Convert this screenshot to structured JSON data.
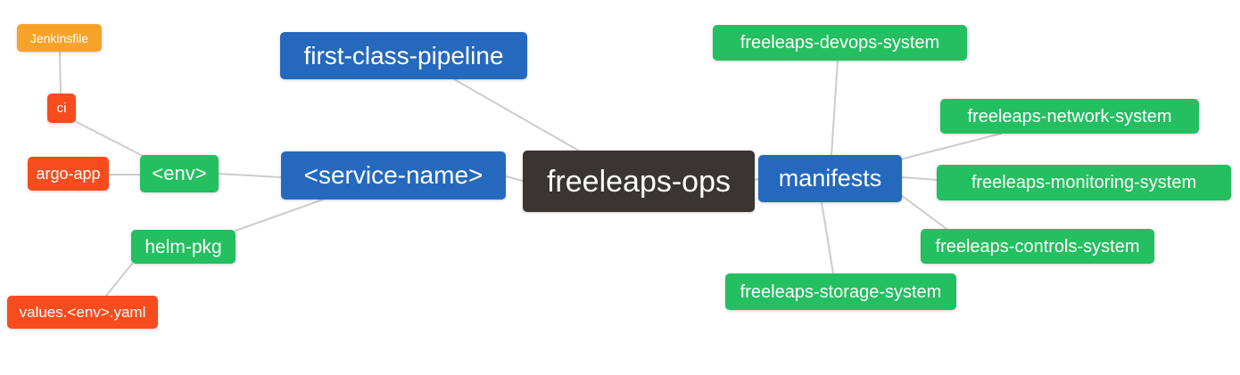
{
  "diagram": {
    "title": "freeleaps-ops mind map",
    "root": "freeleaps_ops",
    "nodes": {
      "jenkinsfile": {
        "label": "Jenkinsfile",
        "color": "#f7a32a",
        "role": "leaf"
      },
      "ci": {
        "label": "ci",
        "color": "#f84c1e",
        "role": "leaf"
      },
      "argo_app": {
        "label": "argo-app",
        "color": "#f84c1e",
        "role": "leaf"
      },
      "env": {
        "label": "<env>",
        "color": "#23bf60",
        "role": "branch"
      },
      "helm_pkg": {
        "label": "helm-pkg",
        "color": "#23bf60",
        "role": "branch"
      },
      "values_env_yaml": {
        "label": "values.<env>.yaml",
        "color": "#f84c1e",
        "role": "leaf"
      },
      "first_class_pipeline": {
        "label": "first-class-pipeline",
        "color": "#2569be",
        "role": "branch"
      },
      "service_name": {
        "label": "<service-name>",
        "color": "#2569be",
        "role": "branch"
      },
      "freeleaps_ops": {
        "label": "freeleaps-ops",
        "color": "#3a3432",
        "role": "root"
      },
      "manifests": {
        "label": "manifests",
        "color": "#2569be",
        "role": "branch"
      },
      "devops_system": {
        "label": "freeleaps-devops-system",
        "color": "#23bf60",
        "role": "leaf"
      },
      "network_system": {
        "label": "freeleaps-network-system",
        "color": "#23bf60",
        "role": "leaf"
      },
      "monitoring_system": {
        "label": "freeleaps-monitoring-system",
        "color": "#23bf60",
        "role": "leaf"
      },
      "controls_system": {
        "label": "freeleaps-controls-system",
        "color": "#23bf60",
        "role": "leaf"
      },
      "storage_system": {
        "label": "freeleaps-storage-system",
        "color": "#23bf60",
        "role": "leaf"
      }
    },
    "edges": [
      {
        "from": "jenkinsfile",
        "to": "ci"
      },
      {
        "from": "ci",
        "to": "env"
      },
      {
        "from": "argo_app",
        "to": "env"
      },
      {
        "from": "env",
        "to": "service_name"
      },
      {
        "from": "values_env_yaml",
        "to": "helm_pkg"
      },
      {
        "from": "helm_pkg",
        "to": "service_name"
      },
      {
        "from": "service_name",
        "to": "freeleaps_ops"
      },
      {
        "from": "first_class_pipeline",
        "to": "freeleaps_ops"
      },
      {
        "from": "freeleaps_ops",
        "to": "manifests"
      },
      {
        "from": "manifests",
        "to": "devops_system"
      },
      {
        "from": "manifests",
        "to": "network_system"
      },
      {
        "from": "manifests",
        "to": "monitoring_system"
      },
      {
        "from": "manifests",
        "to": "controls_system"
      },
      {
        "from": "manifests",
        "to": "storage_system"
      }
    ],
    "palette": {
      "node_blue": "#2569be",
      "node_green": "#23bf60",
      "node_red": "#f84c1e",
      "node_orange": "#f7a32a",
      "node_dark": "#3a3432",
      "edge_gray": "#cccccc",
      "text": "#ffffff",
      "background": "#ffffff"
    }
  }
}
